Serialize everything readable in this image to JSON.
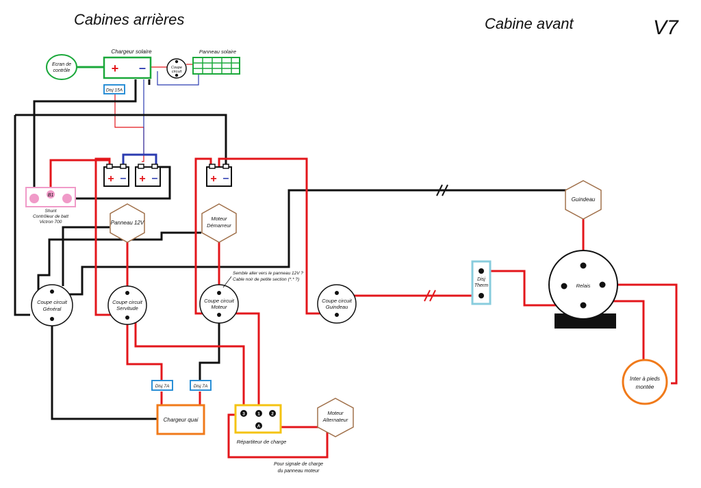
{
  "titles": {
    "rear": "Cabines arrières",
    "front": "Cabine avant",
    "version": "V7"
  },
  "components": {
    "ecran": [
      "Ecran de",
      "contrôle"
    ],
    "chargeur_solaire": "Chargeur solaire",
    "panneau_solaire": "Panneau solaire",
    "coupe_circuit_small": [
      "Coupe",
      "circuit"
    ],
    "disj15": "Disj 15A",
    "shunt_b1": "B1",
    "shunt_label": [
      "Shunt",
      "Contrôleur de batt",
      "Victron 700"
    ],
    "panneau12v": "Panneau 12V",
    "moteur_demarreur": [
      "Moteur",
      "Démarreur"
    ],
    "cc_general": [
      "Coupe circuit",
      "Général"
    ],
    "cc_servitude": [
      "Coupe circuit",
      "Servitude"
    ],
    "cc_moteur": [
      "Coupe circuit",
      "Moteur"
    ],
    "cc_guindeau": [
      "Coupe circuit",
      "Guindeau"
    ],
    "note_moteur": [
      "Semble aller vers le panneau 12V ?",
      "Cable noir de petite section (*.* ?)"
    ],
    "disj7a_left": "Disj  7A",
    "disj7a_right": "Disj  7A",
    "chargeur_quai": "Chargeur quai",
    "repartiteur": "Répartiteur de charge",
    "repartiteur_t3": "3",
    "repartiteur_t1": "1",
    "repartiteur_t2": "2",
    "repartiteur_tA": "A",
    "moteur_alternateur": [
      "Moteur",
      "Alternateur"
    ],
    "note_signal": [
      "Pour signale de charge",
      "du panneau moteur"
    ],
    "guindeau": "Guindeau",
    "disj_therm": [
      "Disj",
      "Therm"
    ],
    "relais": "Relais",
    "inter": [
      "Inter à pieds",
      "montée"
    ],
    "plus": "+",
    "minus": "–"
  },
  "colors": {
    "red": "#e3161b",
    "black": "#111111",
    "blue": "#2b3bb0",
    "green": "#1aa83a",
    "orange": "#f07a1a",
    "yellow": "#f4c312",
    "pink": "#f09ac8",
    "cyan": "#88ccdd",
    "brown": "#a0704a",
    "sky": "#2a8fd6"
  }
}
